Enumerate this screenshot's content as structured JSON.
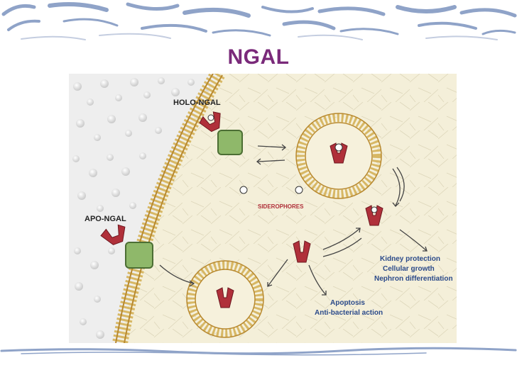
{
  "slide": {
    "title": "NGAL"
  },
  "figure": {
    "labels": {
      "holo": "HOLO-NGAL",
      "apo": "APO-NGAL",
      "siderophores": "SIDEROPHORES"
    },
    "annotations": {
      "kidney": [
        "Kidney protection",
        "Cellular growth",
        "Nephron differentiation"
      ],
      "apoptosis": [
        "Apoptosis",
        "Anti-bacterial action"
      ]
    }
  },
  "colors": {
    "title": "#7a2a7a",
    "band_blue": "#8fa3c8",
    "membrane": "#c9a24a",
    "receptor": "#8fb86a",
    "protein": "#b0303a",
    "annotation_text": "#2b4a8a"
  }
}
